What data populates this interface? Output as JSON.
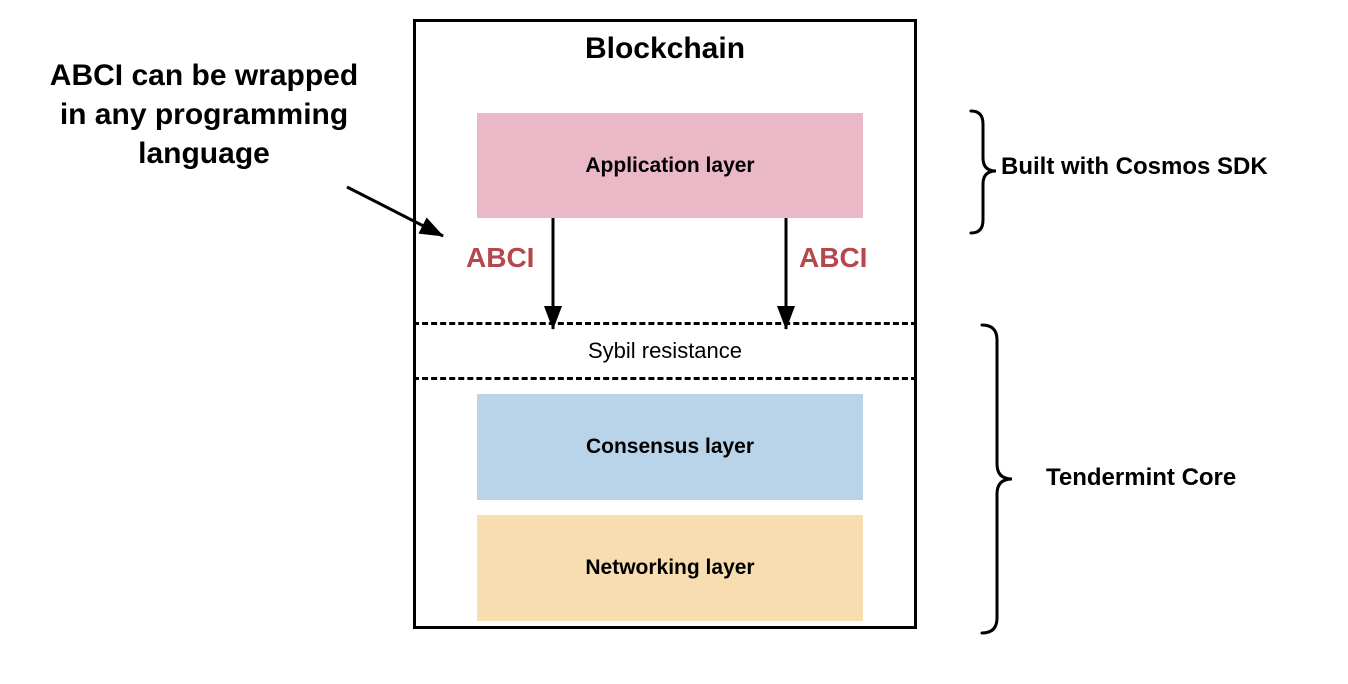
{
  "diagram": {
    "title": "Blockchain",
    "annotation": {
      "line1": "ABCI can be wrapped",
      "line2": "in any programming",
      "line3": "language"
    },
    "layers": {
      "application": {
        "label": "Application layer",
        "fill": "#eab8c6"
      },
      "sybil": {
        "label": "Sybil resistance"
      },
      "consensus": {
        "label": "Consensus layer",
        "fill": "#b9d3e9"
      },
      "networking": {
        "label": "Networking layer",
        "fill": "#f8ddb0"
      }
    },
    "abci": {
      "left_label": "ABCI",
      "right_label": "ABCI",
      "color": "#b5484d"
    },
    "braces": {
      "cosmos_label": "Built with Cosmos SDK",
      "tendermint_label": "Tendermint Core"
    }
  }
}
